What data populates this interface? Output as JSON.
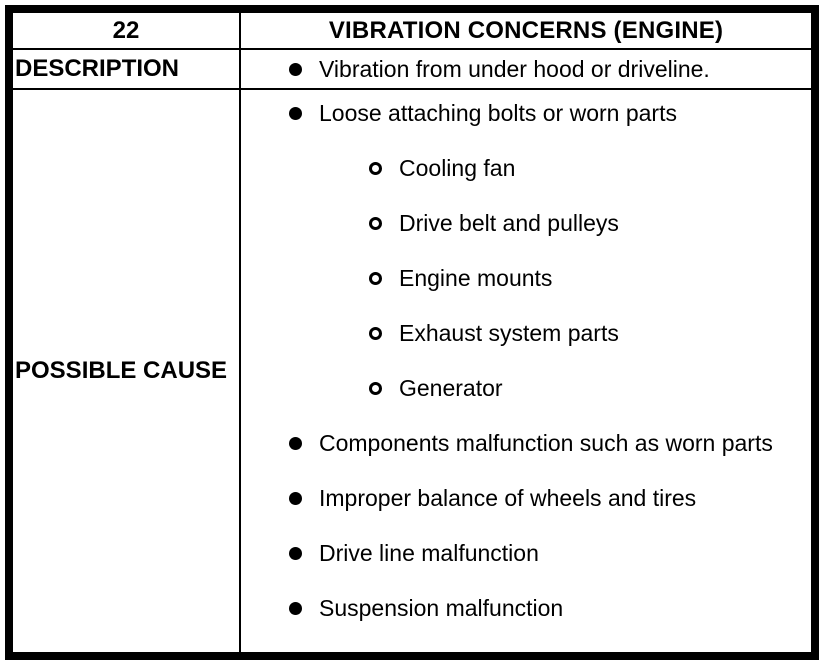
{
  "table": {
    "header": {
      "number": "22",
      "title": "VIBRATION CONCERNS (ENGINE)"
    },
    "description": {
      "label": "DESCRIPTION",
      "text": "Vibration from under hood or driveline."
    },
    "possible_cause": {
      "label": "POSSIBLE CAUSE",
      "items": [
        {
          "level": 1,
          "text": "Loose attaching bolts or worn parts"
        },
        {
          "level": 2,
          "text": "Cooling fan"
        },
        {
          "level": 2,
          "text": "Drive belt and pulleys"
        },
        {
          "level": 2,
          "text": "Engine mounts"
        },
        {
          "level": 2,
          "text": "Exhaust system parts"
        },
        {
          "level": 2,
          "text": "Generator"
        },
        {
          "level": 1,
          "text": "Components malfunction such as worn parts"
        },
        {
          "level": 1,
          "text": "Improper balance of wheels and tires"
        },
        {
          "level": 1,
          "text": "Drive line malfunction"
        },
        {
          "level": 1,
          "text": "Suspension malfunction"
        }
      ]
    },
    "colors": {
      "border": "#000000",
      "text": "#000000",
      "background": "#ffffff"
    }
  }
}
